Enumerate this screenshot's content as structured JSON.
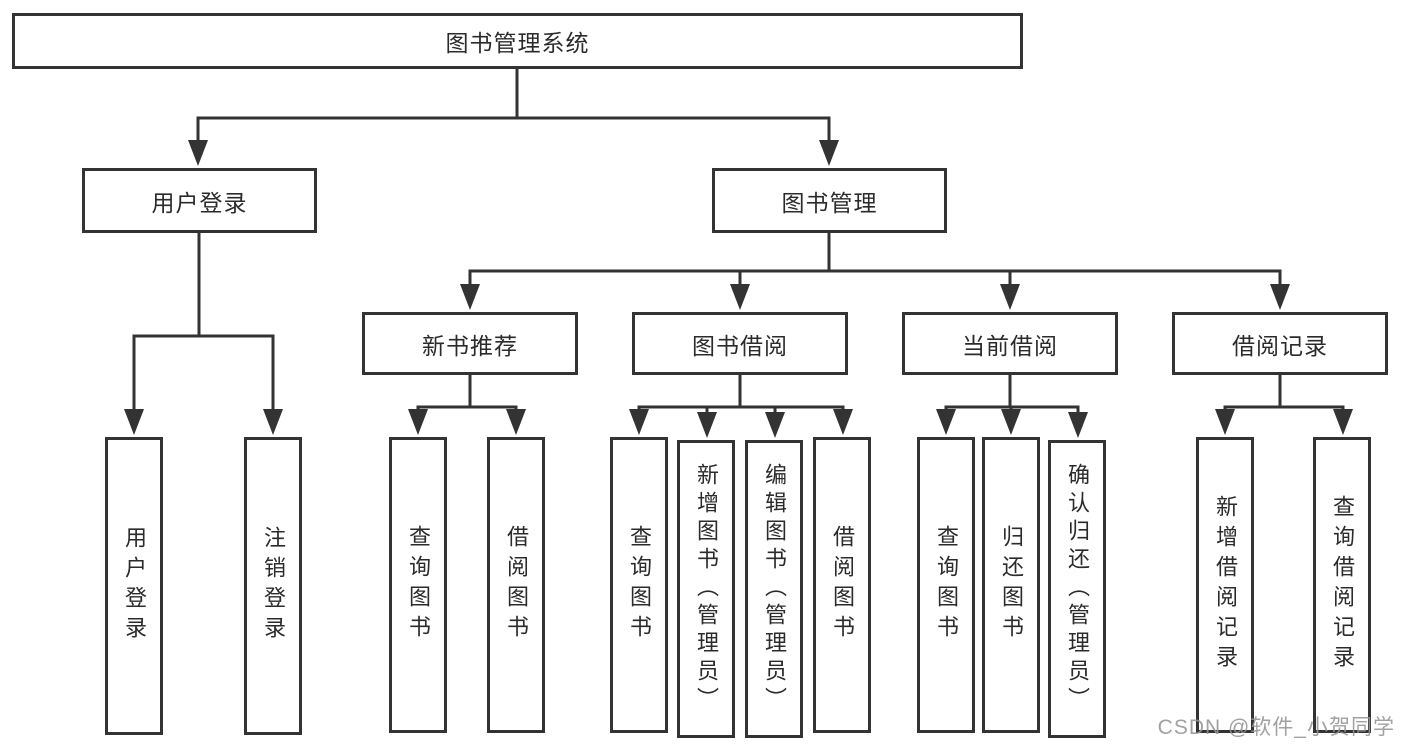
{
  "diagram": {
    "root": {
      "label": "图书管理系统"
    },
    "level2": [
      {
        "label": "用户登录"
      },
      {
        "label": "图书管理"
      }
    ],
    "level3": [
      {
        "label": "新书推荐"
      },
      {
        "label": "图书借阅"
      },
      {
        "label": "当前借阅"
      },
      {
        "label": "借阅记录"
      }
    ],
    "leaves": {
      "user_login_group": [
        {
          "label": "用户登录"
        },
        {
          "label": "注销登录"
        }
      ],
      "new_book_group": [
        {
          "label": "查询图书"
        },
        {
          "label": "借阅图书"
        }
      ],
      "book_borrow_group": [
        {
          "label": "查询图书"
        },
        {
          "label": "新增图书（管理员）"
        },
        {
          "label": "编辑图书（管理员）"
        },
        {
          "label": "借阅图书"
        }
      ],
      "current_borrow_group": [
        {
          "label": "查询图书"
        },
        {
          "label": "归还图书"
        },
        {
          "label": "确认归还（管理员）"
        }
      ],
      "record_group": [
        {
          "label": "新增借阅记录"
        },
        {
          "label": "查询借阅记录"
        }
      ]
    },
    "watermark": "CSDN @软件_小贺同学",
    "colors": {
      "line": "#333333",
      "text": "#2b2b2b",
      "box_background": "#ffffff",
      "watermark": "#949494"
    }
  }
}
